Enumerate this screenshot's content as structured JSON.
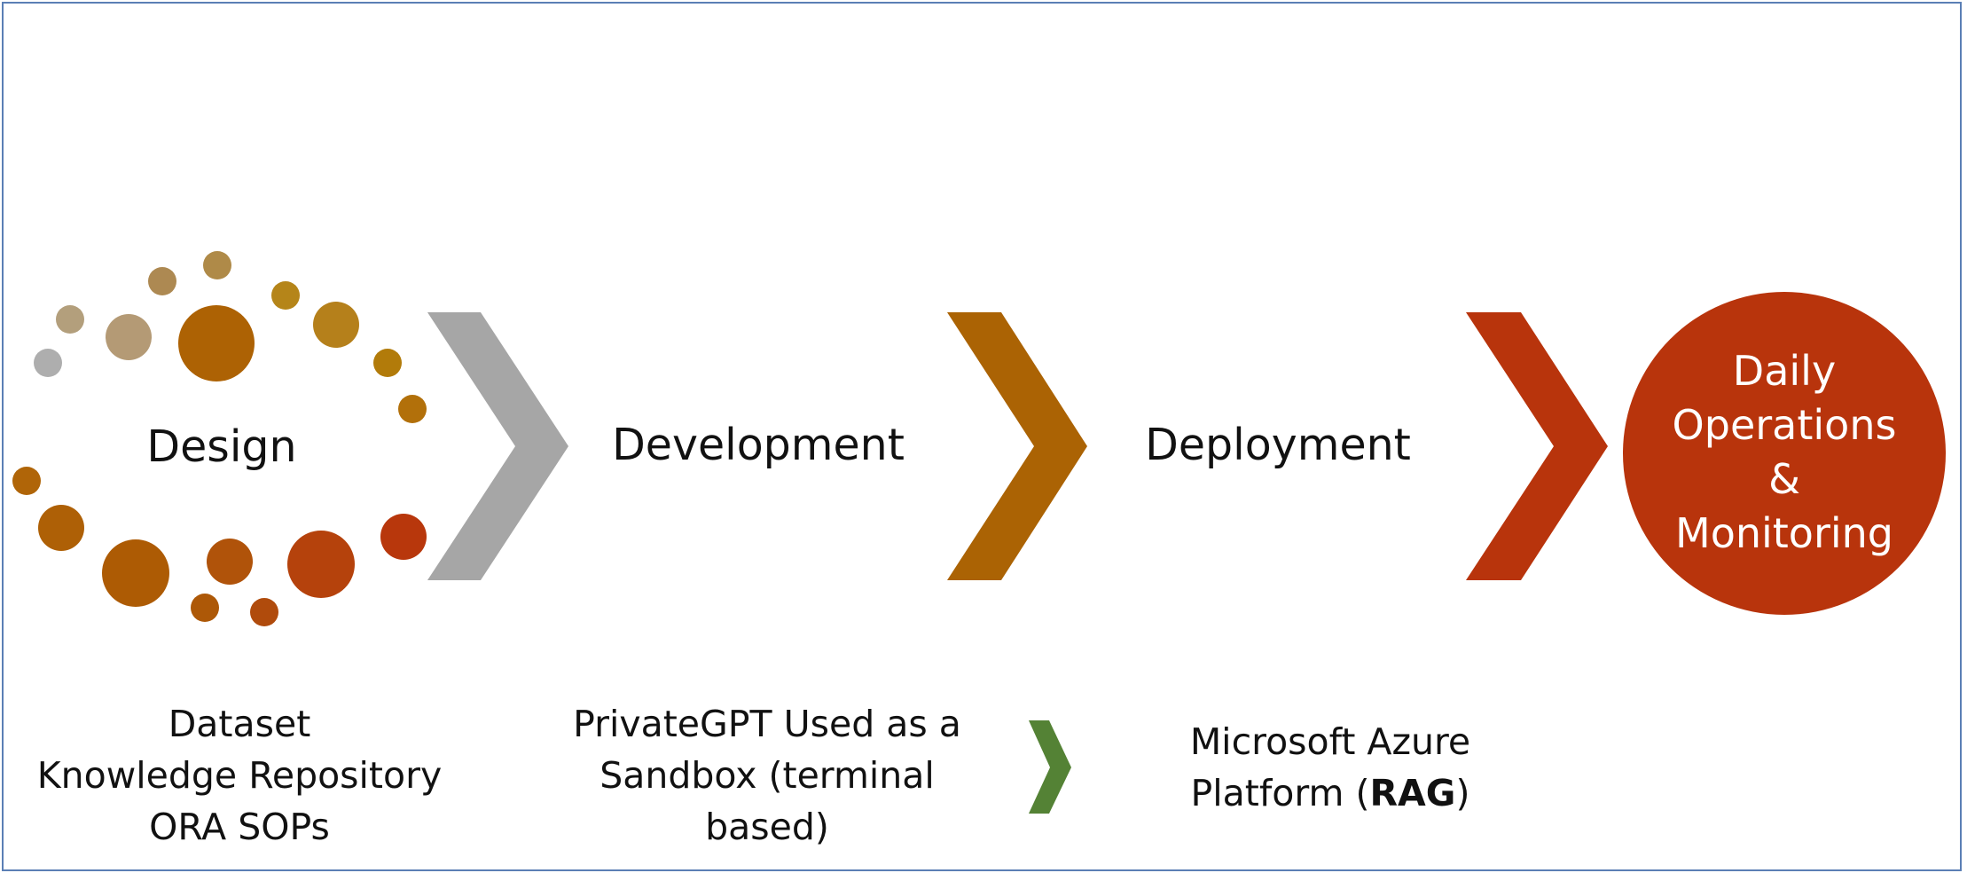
{
  "stages": {
    "design": "Design",
    "development": "Development",
    "deployment": "Deployment",
    "final": [
      "Daily",
      "Operations",
      "&",
      "Monitoring"
    ]
  },
  "descriptions": {
    "design": [
      "Dataset",
      "Knowledge Repository",
      "ORA SOPs"
    ],
    "development": [
      "PrivateGPT Used as a",
      "Sandbox (terminal",
      "based)"
    ],
    "deployment": {
      "line1": "Microsoft Azure",
      "line2_prefix": "Platform (",
      "line2_bold": "RAG",
      "line2_suffix": ")"
    }
  },
  "colors": {
    "chevron_1": "#a6a6a6",
    "chevron_2": "#ab6304",
    "chevron_3": "#b8340c",
    "final_circle": "#b8340c",
    "small_chevron": "#548235",
    "frame_border": "#5b7fb5"
  },
  "icons": {
    "chevrons": "chevron-right-icon",
    "dots": "dotted-ring-icon"
  }
}
